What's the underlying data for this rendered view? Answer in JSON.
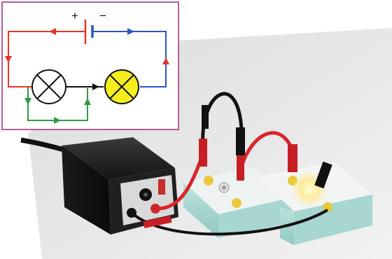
{
  "diagram": {
    "battery": {
      "plus_label": "+",
      "minus_label": "−"
    },
    "lamps": [
      {
        "name": "lamp-unlit",
        "fill": "#ffffff"
      },
      {
        "name": "lamp-lit",
        "fill": "#f5ee1c"
      }
    ],
    "wire_colors": {
      "positive": "#e8342a",
      "negative": "#2a56c8",
      "bypass": "#2e9a44",
      "middle": "#111111"
    },
    "frame_color": "#b85a9a"
  },
  "photo": {
    "subject": "power-supply-with-two-lamp-boards",
    "tape_background": "#e8e8e8"
  }
}
